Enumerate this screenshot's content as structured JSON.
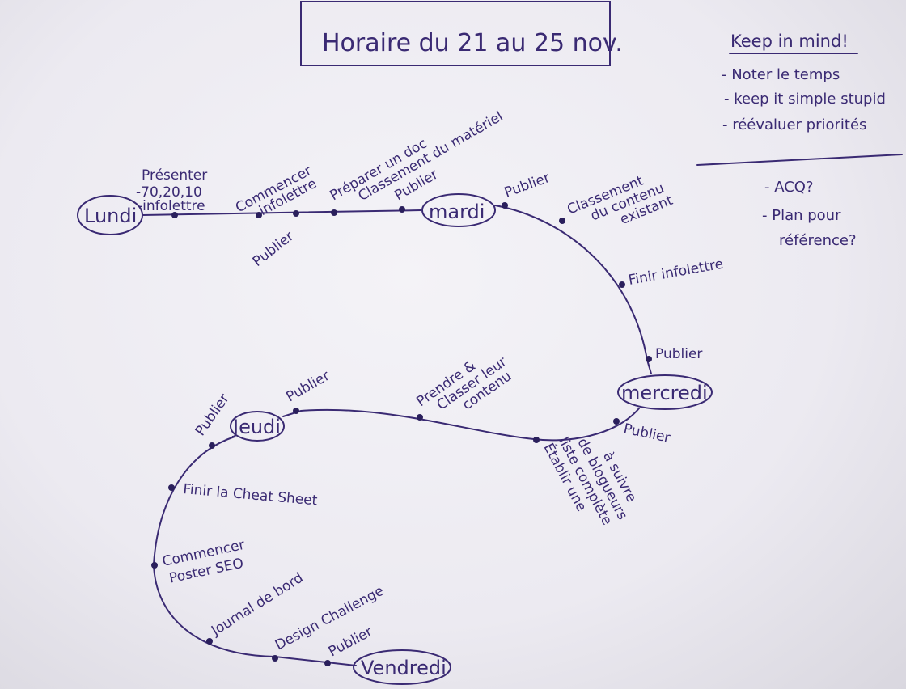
{
  "title": "Horaire du 21 au 25 nov.",
  "keep_in_mind": {
    "heading": "Keep in mind!",
    "items": [
      "- Noter le temps",
      "- keep it simple stupid",
      "- réévaluer priorités"
    ],
    "questions": [
      "- ACQ?",
      "- Plan pour",
      "référence?"
    ]
  },
  "days": {
    "lundi": "Lundi",
    "mardi": "mardi",
    "mercredi": "mercredi",
    "jeudi": "Jeudi",
    "vendredi": "Vendredi"
  },
  "tasks": {
    "presenter": "Présenter",
    "presenter_sub1": "-70,20,10",
    "presenter_sub2": "-infolettre",
    "commencer_infolettre1": "Commencer",
    "commencer_infolettre2": "infolettre",
    "publier_lundi": "Publier",
    "preparer1": "Préparer un doc",
    "preparer2": "Classement du matériel",
    "publier_lundi2": "Publier",
    "publier_mardi": "Publier",
    "classement1": "Classement",
    "classement2": "du contenu",
    "classement3": "existant",
    "finir_infolettre": "Finir infolettre",
    "publier_mardi2": "Publier",
    "publier_mercredi": "Publier",
    "etablir1": "Établir une",
    "etablir2": "liste complète",
    "etablir3": "de blogueurs",
    "etablir4": "à suivre",
    "prendre1": "Prendre &",
    "prendre2": "Classer leur",
    "prendre3": "contenu",
    "publier_mercredi2": "Publier",
    "publier_jeudi": "Publier",
    "finir_cheatsheet": "Finir la Cheat Sheet",
    "commencer_poster1": "Commencer",
    "commencer_poster2": "Poster SEO",
    "journal": "Journal de bord",
    "design": "Design Challenge",
    "publier_vendredi": "Publier"
  }
}
